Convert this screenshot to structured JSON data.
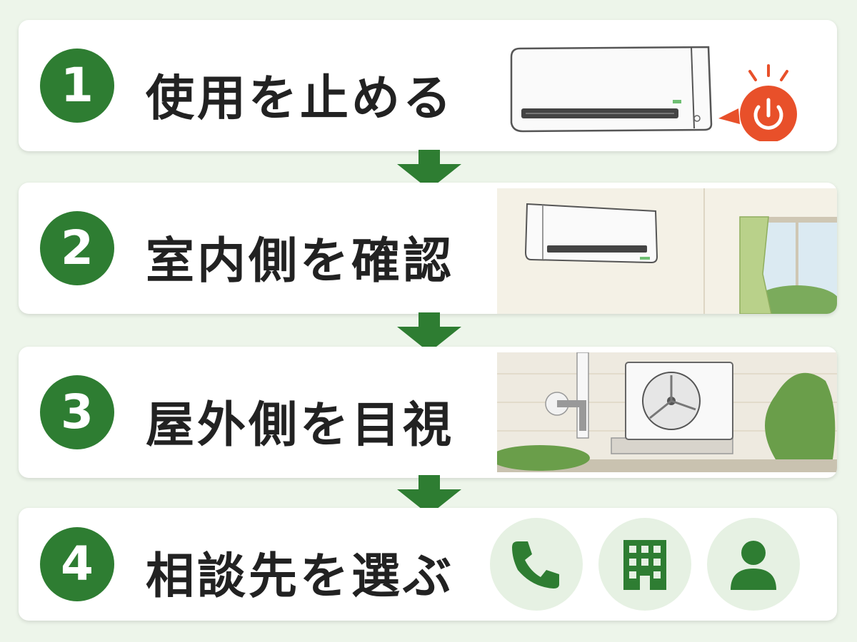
{
  "colors": {
    "accent": "#2e7d32",
    "power": "#e8502a",
    "background": "#edf5ea"
  },
  "steps": [
    {
      "number": "1",
      "label": "使用を止める",
      "illustration": "air-conditioner-power-off"
    },
    {
      "number": "2",
      "label": "室内側を確認",
      "illustration": "indoor-unit-room"
    },
    {
      "number": "3",
      "label": "屋外側を目視",
      "illustration": "outdoor-unit"
    },
    {
      "number": "4",
      "label": "相談先を選ぶ",
      "illustration": "contact-options"
    }
  ],
  "contacts": [
    {
      "icon": "phone-icon"
    },
    {
      "icon": "building-icon"
    },
    {
      "icon": "person-icon"
    }
  ]
}
